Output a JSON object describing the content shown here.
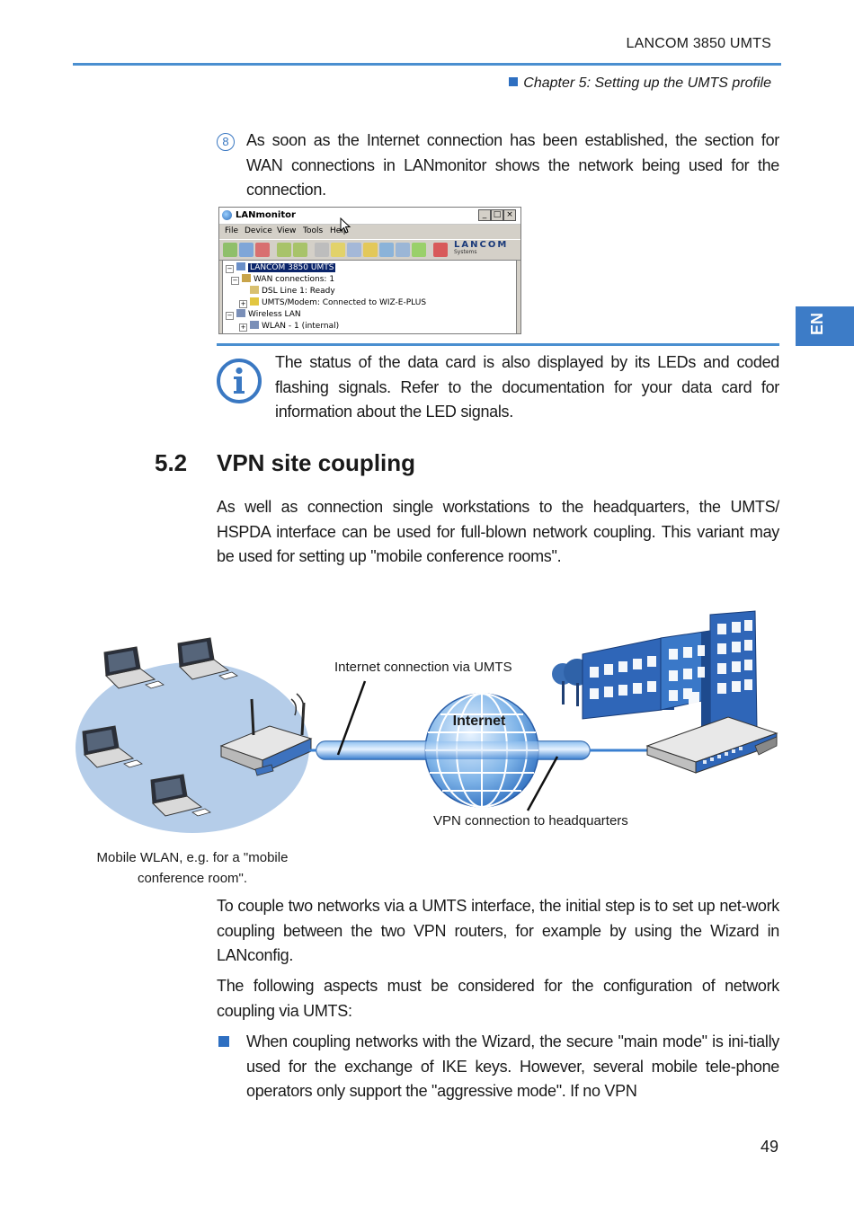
{
  "header": {
    "title": "LANCOM 3850 UMTS",
    "chapter": "Chapter 5: Setting up the UMTS profile",
    "lang_tab": "EN"
  },
  "step": {
    "number": "8",
    "text": "As soon as the Internet connection has been established, the section for WAN connections in LANmonitor shows the network being used for the connection."
  },
  "screenshot": {
    "window_title": "LANmonitor",
    "window_controls": [
      "_",
      "□",
      "×"
    ],
    "menu": [
      "File",
      "Device",
      "View",
      "Tools",
      "Help"
    ],
    "logo": "LANCOM",
    "logo_sub": "Systems",
    "tree": {
      "device": "LANCOM 3850 UMTS",
      "wan": "WAN connections: 1",
      "dsl": "DSL Line 1: Ready",
      "umts": "UMTS/Modem: Connected to WIZ-E-PLUS",
      "wlan": "Wireless LAN",
      "wlan1": "WLAN - 1 (internal)"
    }
  },
  "info_note": {
    "text": "The status of the data card is also displayed by its LEDs and coded flashing signals. Refer to the documentation for your data card for information about the LED signals."
  },
  "section": {
    "number": "5.2",
    "title": "VPN site coupling",
    "intro": "As well as connection single workstations to the headquarters, the UMTS/ HSPDA interface can be used for full-blown network coupling. This variant may be used for setting up \"mobile conference rooms\"."
  },
  "diagram": {
    "label_umts": "Internet connection via UMTS",
    "label_internet": "Internet",
    "label_vpn": "VPN connection to headquarters",
    "caption_line1": "Mobile WLAN, e.g. for a \"mobile",
    "caption_line2": "conference room\"."
  },
  "body": {
    "p1": "To couple two networks via a UMTS interface, the initial step is to set up net-work coupling between the two VPN routers, for example by using the Wizard in LANconfig.",
    "p2": "The following aspects must be considered for the configuration of network coupling via UMTS:",
    "bullet1": "When coupling networks with the Wizard, the secure \"main mode\" is ini-tially used for the exchange of IKE keys. However, several mobile tele-phone operators only support the \"aggressive mode\".  If no VPN"
  },
  "footer": {
    "page_number": "49"
  }
}
